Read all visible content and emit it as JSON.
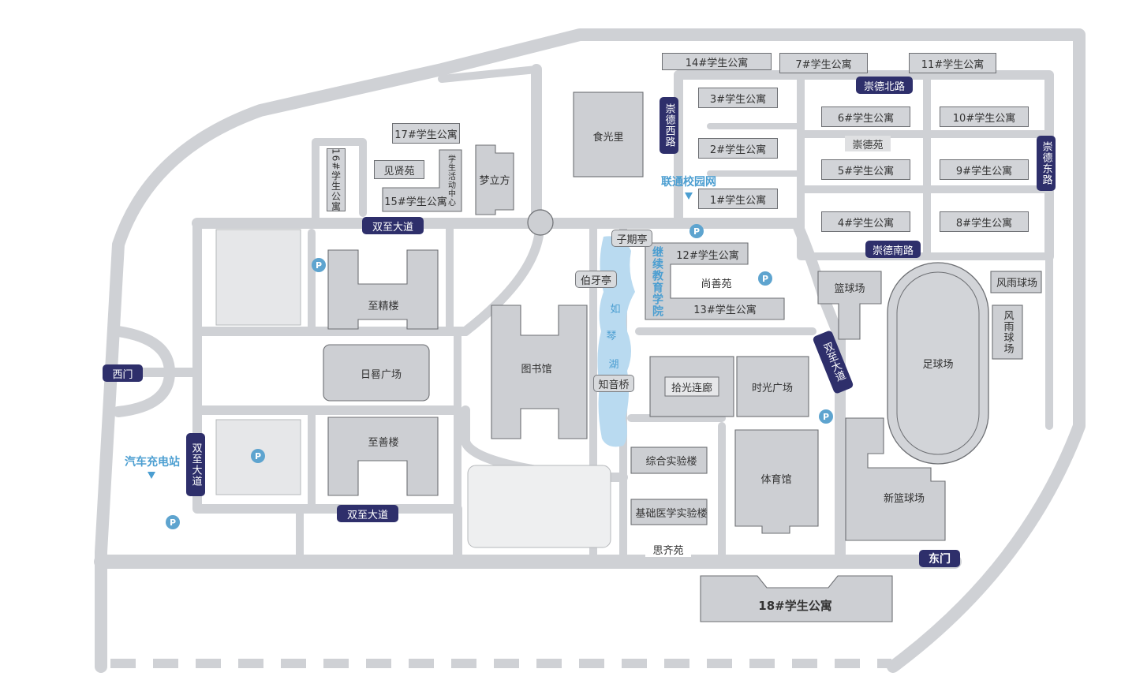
{
  "colors": {
    "road": "#cfd1d5",
    "building": "#cdcfd3",
    "outline": "#6d6f73",
    "lake": "#b9daf0",
    "label_blue": "#4b9ed1",
    "gate": "#2e2f6b"
  },
  "gates": {
    "west": "西门",
    "east": "东门"
  },
  "roads": {
    "shuangzhi_1": "双至大道",
    "shuangzhi_2": "双至大道",
    "shuangzhi_3": "双至大道",
    "shuangzhi_4": "双至大道",
    "chongde_north": "崇德北路",
    "chongde_south": "崇德南路",
    "chongde_west": "崇德西路",
    "chongde_east": "崇德东路"
  },
  "dorms": {
    "d1": "1#学生公寓",
    "d2": "2#学生公寓",
    "d3": "3#学生公寓",
    "d4": "4#学生公寓",
    "d5": "5#学生公寓",
    "d6": "6#学生公寓",
    "d7": "7#学生公寓",
    "d8": "8#学生公寓",
    "d9": "9#学生公寓",
    "d10": "10#学生公寓",
    "d11": "11#学生公寓",
    "d12": "12#学生公寓",
    "d13": "13#学生公寓",
    "d14": "14#学生公寓",
    "d15": "15#学生公寓",
    "d16": "16#学生公寓",
    "d17": "17#学生公寓",
    "d18": "18#学生公寓"
  },
  "buildings": {
    "shiguangli": "食光里",
    "menglifang": "梦立方",
    "jianxianyuan": "见贤苑",
    "activity_center": "学生活动中心",
    "zhijinglou": "至精楼",
    "zhishanlou": "至善楼",
    "riguiguangchang": "日晷广场",
    "library": "图书馆",
    "shangshanyuan": "尚善苑",
    "continuing_edu": "继续教育学院",
    "shiguanglianlang": "拾光连廊",
    "shiguangguangchang": "时光广场",
    "gym": "体育馆",
    "zonghe_lab": "综合实验楼",
    "jichu_lab": "基础医学实验楼",
    "siqiyuan": "思齐苑",
    "chongdeyuan": "崇德苑",
    "basketball": "篮球场",
    "football": "足球场",
    "new_basketball": "新篮球场",
    "fengyu_1": "风雨球场",
    "fengyu_2": "风雨球场"
  },
  "landmarks": {
    "ziqiting": "子期亭",
    "boyating": "伯牙亭",
    "zhiyinqiao": "知音桥",
    "lake_1": "如",
    "lake_2": "琴",
    "lake_3": "湖"
  },
  "poi": {
    "unicom_wifi": "联通校园网",
    "ev_charging": "汽车充电站",
    "parking": "P"
  }
}
